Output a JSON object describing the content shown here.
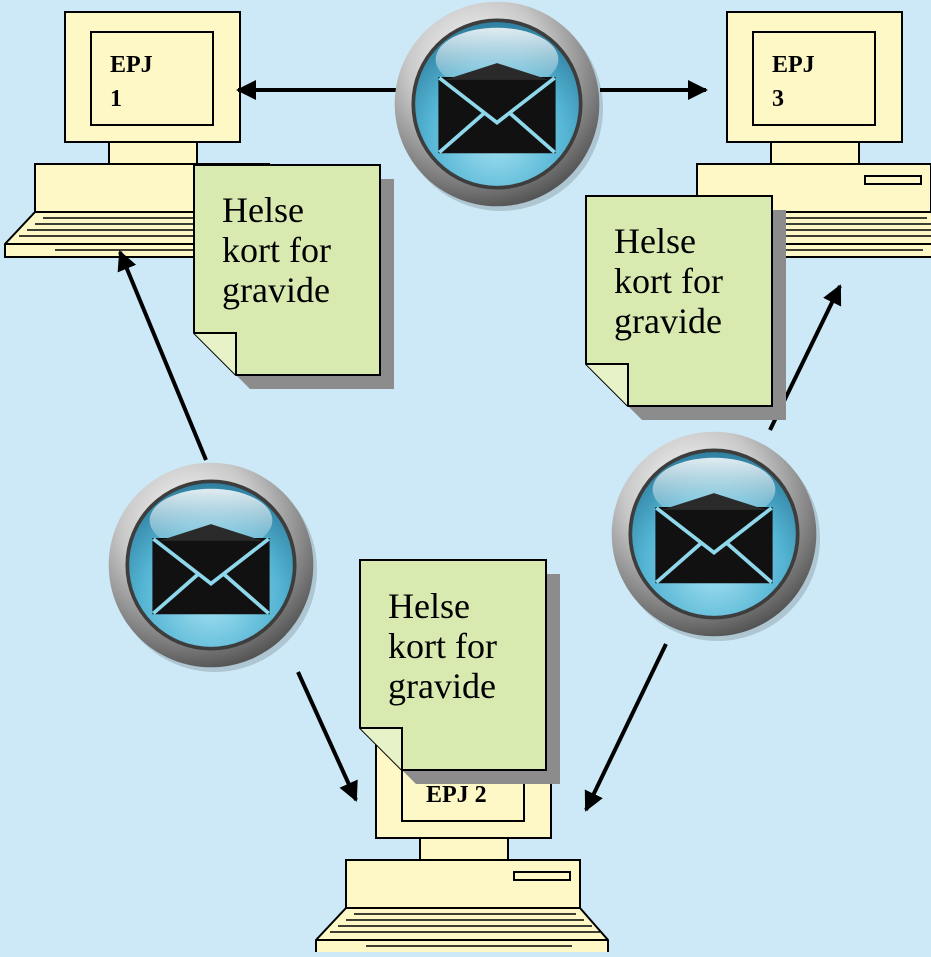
{
  "diagram": {
    "computers": [
      {
        "id": "epj1",
        "label": "EPJ\n1"
      },
      {
        "id": "epj3",
        "label": "EPJ\n3"
      },
      {
        "id": "epj2",
        "label": "EPJ 2"
      }
    ],
    "notes": [
      {
        "id": "note-epj1",
        "text": "Helse\nkort for\ngravide"
      },
      {
        "id": "note-epj3",
        "text": "Helse\nkort for\ngravide"
      },
      {
        "id": "note-epj2",
        "text": "Helse\nkort for\ngravide"
      }
    ],
    "message_icons": [
      "envelope-icon",
      "envelope-icon",
      "envelope-icon"
    ],
    "colors": {
      "background": "#cde9f7",
      "computer_fill": "#fdf8c6",
      "note_fill": "#d9eab0",
      "note_shadow": "#8c8c8c",
      "button_inner": "#5bb9d6",
      "envelope": "#111111"
    }
  }
}
